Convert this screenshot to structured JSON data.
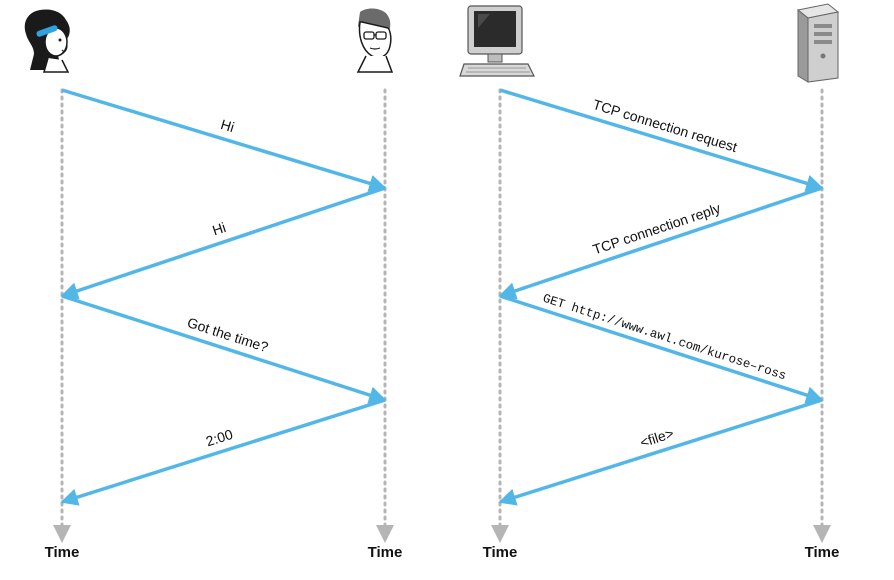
{
  "diagrams": {
    "left": {
      "actors": [
        {
          "name": "woman-actor",
          "icon": "woman-head-icon"
        },
        {
          "name": "man-actor",
          "icon": "man-head-icon"
        }
      ],
      "messages": [
        {
          "label": "Hi",
          "from": "left",
          "to": "right"
        },
        {
          "label": "Hi",
          "from": "right",
          "to": "left"
        },
        {
          "label": "Got the time?",
          "from": "left",
          "to": "right"
        },
        {
          "label": "2:00",
          "from": "right",
          "to": "left"
        }
      ]
    },
    "right": {
      "actors": [
        {
          "name": "client-computer",
          "icon": "desktop-computer-icon"
        },
        {
          "name": "web-server",
          "icon": "server-tower-icon"
        }
      ],
      "messages": [
        {
          "label": "TCP connection request",
          "from": "left",
          "to": "right",
          "mono": false
        },
        {
          "label": "TCP connection reply",
          "from": "right",
          "to": "left",
          "mono": false
        },
        {
          "label": "GET http://www.awl.com/kurose–ross",
          "from": "left",
          "to": "right",
          "mono": true
        },
        {
          "label": "<file>",
          "from": "right",
          "to": "left",
          "mono": false
        }
      ]
    }
  },
  "time_label": "Time",
  "colors": {
    "arrow": "#52b7e6",
    "timeline": "#b5b5b5",
    "text": "#111111",
    "caption": "#1a9ad6"
  }
}
